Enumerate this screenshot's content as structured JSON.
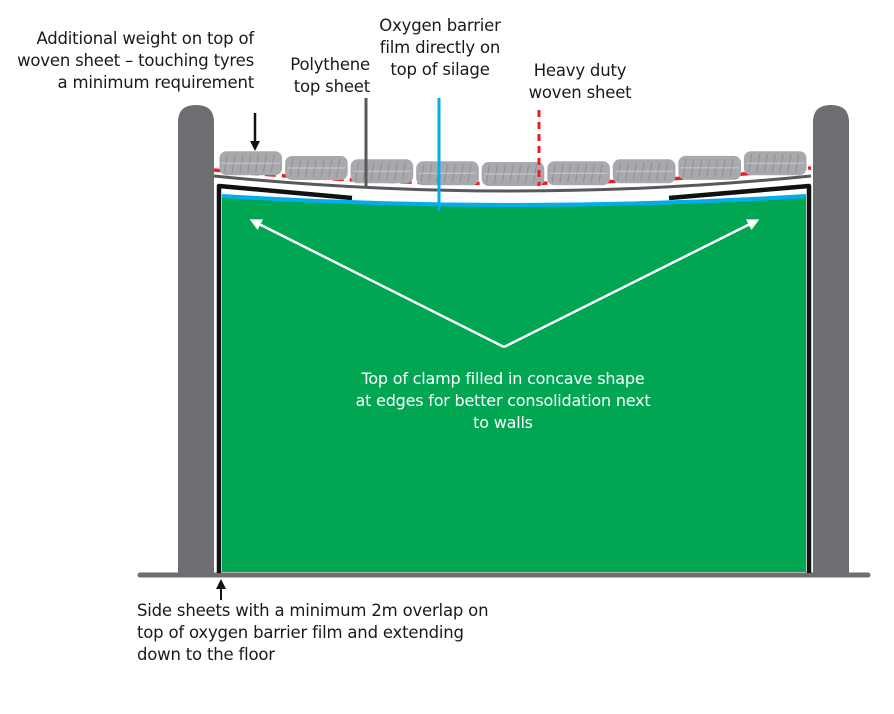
{
  "labels": {
    "additional_weight": [
      "Additional weight on top of",
      "woven sheet – touching tyres",
      "a minimum requirement"
    ],
    "polythene": [
      "Polythene",
      "top sheet"
    ],
    "oxygen_barrier": [
      "Oxygen barrier",
      "film directly on",
      "top of silage"
    ],
    "heavy_duty": [
      "Heavy duty",
      "woven sheet"
    ],
    "concave": [
      "Top of clamp filled in concave shape",
      "at edges for better consolidation next",
      "to walls"
    ],
    "side_sheets": [
      "Side sheets with a minimum 2m overlap on",
      "top of oxygen barrier film and extending",
      "down to the floor"
    ]
  },
  "colors": {
    "silage": "#00a651",
    "wall": "#6d6e71",
    "tyre": "#a7a9ac",
    "oxygen_barrier": "#00aeef",
    "woven_sheet": "#ed1c24",
    "polythene": "#58595b",
    "side_sheet": "#111111",
    "text": "#1a1a1a",
    "text_on_silage": "#ffffff"
  }
}
